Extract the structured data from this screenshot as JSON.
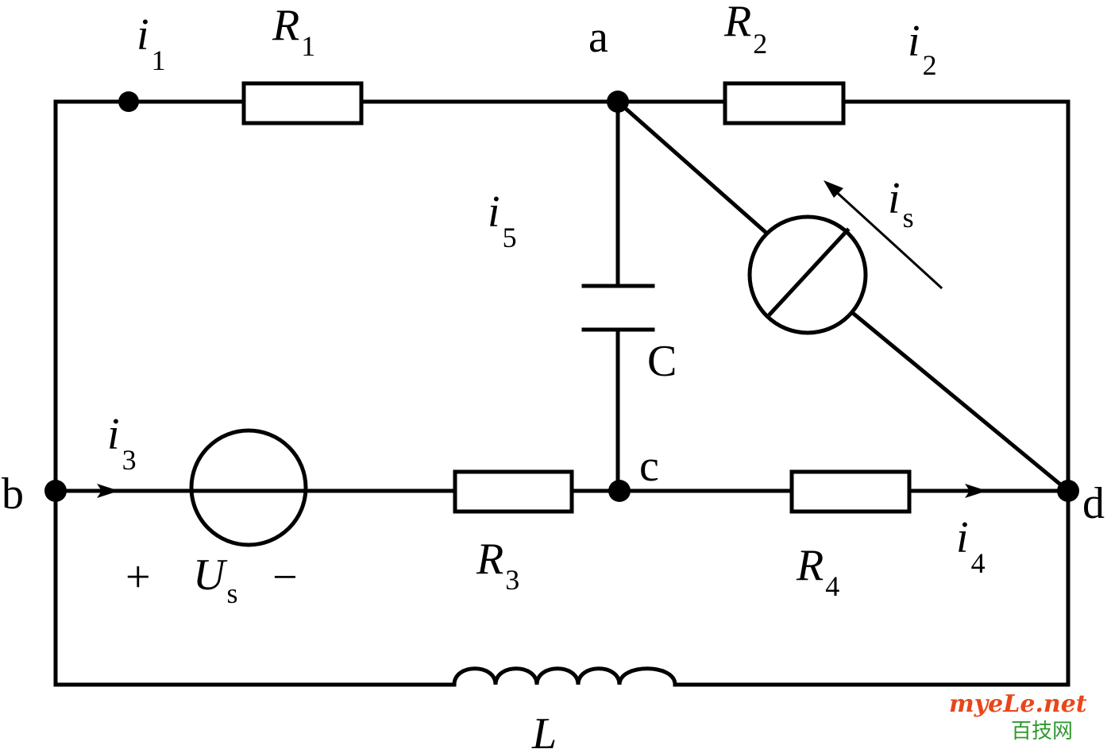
{
  "diagram": {
    "nodes": {
      "a": "a",
      "b": "b",
      "c": "c",
      "d": "d"
    },
    "labels": {
      "i1": {
        "main": "i",
        "sub": "1"
      },
      "i2": {
        "main": "i",
        "sub": "2"
      },
      "i3": {
        "main": "i",
        "sub": "3"
      },
      "i4": {
        "main": "i",
        "sub": "4"
      },
      "i5": {
        "main": "i",
        "sub": "5"
      },
      "is": {
        "main": "i",
        "sub": "s"
      },
      "R1": {
        "main": "R",
        "sub": "1"
      },
      "R2": {
        "main": "R",
        "sub": "2"
      },
      "R3": {
        "main": "R",
        "sub": "3"
      },
      "R4": {
        "main": "R",
        "sub": "4"
      },
      "Us": {
        "main": "U",
        "sub": "s"
      },
      "C": "C",
      "L": "L",
      "plus": "+",
      "minus": "−"
    }
  },
  "watermark": {
    "line1": "myeLe.net",
    "line2": "百技网"
  }
}
